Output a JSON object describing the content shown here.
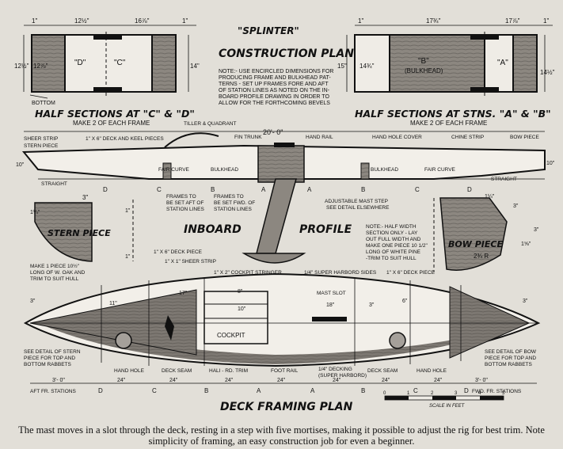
{
  "header": {
    "plan_name": "\"SPLINTER\"",
    "plan_title": "CONSTRUCTION PLANS",
    "note_lines": [
      "NOTE:- USE ENCIRCLED DIMENSIONS FOR",
      "PRODUCING FRAME AND BULKHEAD PAT-",
      "TERNS - SET UP FRAMES FORE AND AFT",
      "OF STATION LINES AS NOTED ON THE IN-",
      "BOARD PROFILE DRAWING IN ORDER TO",
      "ALLOW FOR THE FORTHCOMING BEVELS"
    ]
  },
  "half_sections_cd": {
    "title": "HALF SECTIONS AT \"C\" & \"D\"",
    "subtitle": "MAKE 2 OF EACH FRAME",
    "label_d": "\"D\"",
    "label_c": "\"C\"",
    "bottom": "BOTTOM",
    "dims": [
      "1\"",
      "12½\"",
      "16⅞\"",
      "1\"",
      "12½\"",
      "12⅞\"",
      "14\""
    ]
  },
  "half_sections_ab": {
    "title": "HALF SECTIONS AT STNS. \"A\" & \"B\"",
    "subtitle": "MAKE 2 OF EACH FRAME",
    "label_b": "\"B\"",
    "bulkhead": "(BULKHEAD)",
    "label_a": "\"A\"",
    "dims": [
      "1\"",
      "17¾\"",
      "17⅞\"",
      "1\"",
      "15\"",
      "14¾\"",
      "14½\""
    ]
  },
  "inboard_profile": {
    "title_left": "INBOARD",
    "title_right": "PROFILE",
    "length": "20'- 0\"",
    "labels": {
      "tiller": "TILLER & QUADRANT",
      "deck_keel": "1\" X 6\" DECK AND KEEL PIECES",
      "fin_trunk": "FIN TRUNK",
      "hand_rail": "HAND RAIL",
      "hand_hole_cover": "HAND HOLE COVER",
      "chine_strip": "CHINE STRIP",
      "bow_piece": "BOW PIECE",
      "sheer_strip": "SHEER STRIP",
      "stern_piece": "STERN PIECE",
      "fair_curve_1": "FAIR CURVE",
      "bulkhead_1": "BULKHEAD",
      "bulkhead_2": "BULKHEAD",
      "fair_curve_2": "FAIR CURVE",
      "straight_1": "STRAIGHT",
      "straight_2": "STRAIGHT",
      "frames_aft": [
        "FRAMES TO",
        "BE SET AFT OF",
        "STATION LINES"
      ],
      "frames_fwd": [
        "FRAMES TO",
        "BE SET FWD. OF",
        "STATION LINES"
      ],
      "mast_step": [
        "ADJUSTABLE MAST STEP",
        "SEE DETAIL ELSEWHERE"
      ],
      "height_aft": "10\"",
      "height_fwd": "10\""
    },
    "stations": [
      "D",
      "C",
      "B",
      "A",
      "A",
      "B",
      "C",
      "D"
    ]
  },
  "stern_detail": {
    "title": "STERN PIECE",
    "note_lines": [
      "MAKE 1 PIECE 10½\"",
      "LONG OF W. OAK AND",
      "TRIM TO SUIT HULL"
    ],
    "dims": [
      "3\"",
      "1¼\"",
      "1\"",
      "1\""
    ]
  },
  "bow_detail": {
    "title": "BOW PIECE",
    "note_lines": [
      "NOTE:- HALF WIDTH",
      "SECTION ONLY - LAY",
      "OUT FULL WIDTH AND",
      "MAKE ONE PIECE 10 1/2\"",
      "LONG OF WHITE PINE",
      "-TRIM TO SUIT HULL"
    ],
    "dims": [
      "3\"",
      "1¼\"",
      "3\"",
      "1⅝\"",
      "2¾ R"
    ]
  },
  "deck_plan": {
    "title": "DECK FRAMING PLAN",
    "labels": {
      "deck_piece_aft": "1\" X 6\" DECK PIECE",
      "sheer_strip": "1\" X 1\" SHEER STRIP",
      "cockpit_stringer": "1\" X 2\" COCKPIT STRINGER",
      "super_harbord_sides": "1/4\" SUPER HARBORD SIDES",
      "deck_piece_fwd": "1\" X 6\" DECK PIECE",
      "mast_slot": "MAST SLOT",
      "cockpit": "COCKPIT",
      "hand_hole_1": "HAND HOLE",
      "deck_seam_1": "DECK SEAM",
      "half_rd_trim": "HALI - RD. TRIM",
      "foot_rail": "FOOT RAIL",
      "decking_1": "1/4\" DECKING",
      "decking_2": "(SUPER HARBORD)",
      "deck_seam_2": "DECK SEAM",
      "hand_hole_2": "HAND HOLE",
      "see_stern": [
        "SEE DETAIL OF STERN",
        "PIECE FOR TOP AND",
        "BOTTOM RABBETS"
      ],
      "see_bow": [
        "SEE DETAIL OF BOW",
        "PIECE FOR TOP AND",
        "BOTTOM RABBETS"
      ]
    },
    "inner_dims": [
      "11\"",
      "17\"",
      "8\"",
      "10\"",
      "18\"",
      "3\"",
      "6\"",
      "3\"",
      "3\""
    ],
    "bottom_dims": [
      "3'- 0\"",
      "24\"",
      "24\"",
      "24\"",
      "24\"",
      "24\"",
      "24\"",
      "24\"",
      "3'- 0\""
    ],
    "stations": [
      "D",
      "C",
      "B",
      "A",
      "A",
      "B",
      "C",
      "D"
    ],
    "aft_stations": "AFT FR. STATIONS",
    "fwd_stations": "FWD. FR. STATIONS",
    "scale_label": "SCALE IN FEET",
    "scale_ticks": [
      "0",
      "1",
      "2",
      "3",
      "4",
      "5"
    ]
  },
  "caption": "The mast moves in a slot through the deck, resting in a step with five mortises, making it possible to adjust the rig for best trim. Note simplicity of framing, an easy construction job for even a beginner."
}
